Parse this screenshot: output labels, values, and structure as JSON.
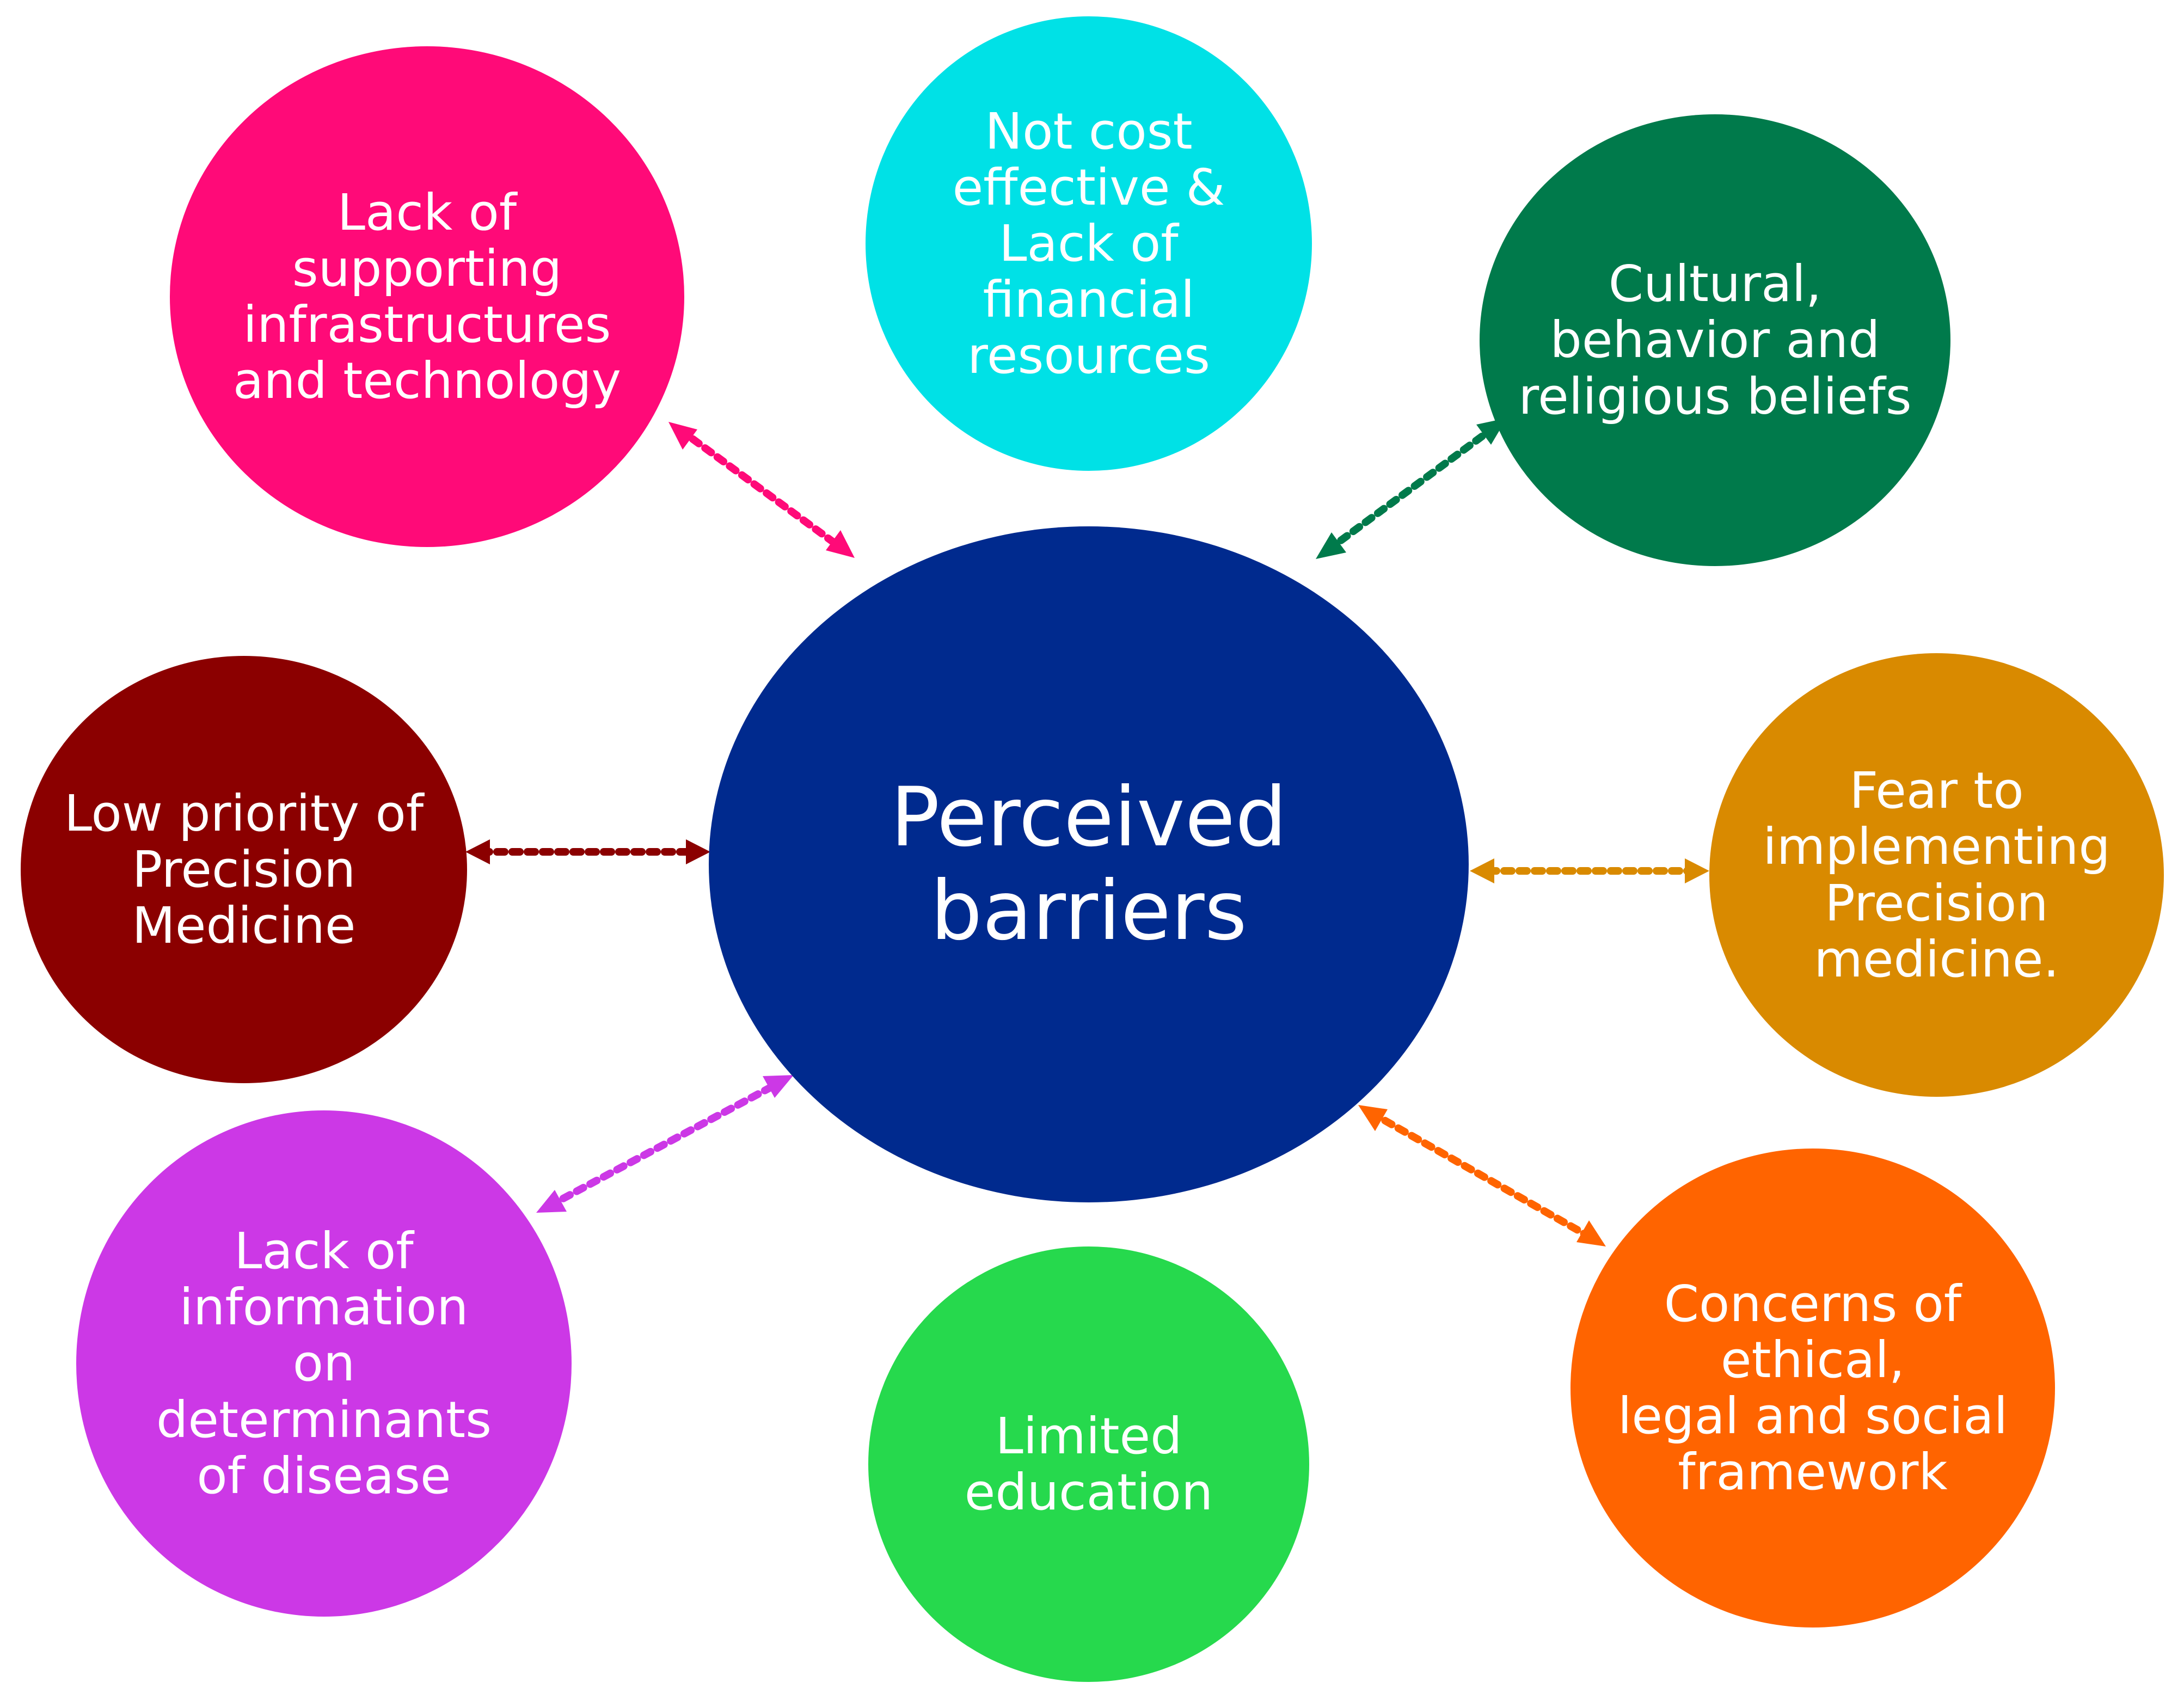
{
  "center": {
    "label": "Perceived\nbarriers",
    "color": "#002A8E"
  },
  "barriers": [
    {
      "id": "infrastructure",
      "label": "Lack of\nsupporting\ninfrastructures\nand technology",
      "color": "#FF0A78"
    },
    {
      "id": "cost",
      "label": "Not cost\neffective &\nLack of\nfinancial\nresources",
      "color": "#00E1E6"
    },
    {
      "id": "cultural",
      "label": "Cultural,\nbehavior and\nreligious beliefs",
      "color": "#007A4B"
    },
    {
      "id": "low-priority",
      "label": "Low priority of\nPrecision\nMedicine",
      "color": "#8B0000"
    },
    {
      "id": "fear",
      "label": "Fear to\nimplementing\nPrecision\nmedicine.",
      "color": "#D98A00"
    },
    {
      "id": "information",
      "label": "Lack of\ninformation\non\ndeterminants\nof disease",
      "color": "#CC38E6"
    },
    {
      "id": "education",
      "label": "Limited education",
      "color": "#26D94D"
    },
    {
      "id": "ethical",
      "label": "Concerns of ethical,\nlegal and social\nframework",
      "color": "#FF6400"
    }
  ],
  "connections": [
    {
      "from": "infrastructure",
      "color": "#FF0A78"
    },
    {
      "from": "cultural",
      "color": "#007A4B"
    },
    {
      "from": "low-priority",
      "color": "#8B0000"
    },
    {
      "from": "fear",
      "color": "#D98A00"
    },
    {
      "from": "information",
      "color": "#CC38E6"
    },
    {
      "from": "ethical",
      "color": "#FF6400"
    }
  ]
}
